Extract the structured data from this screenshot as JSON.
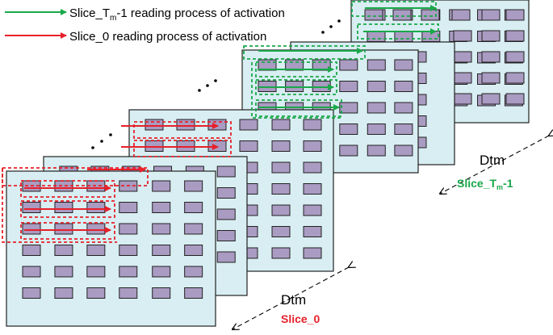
{
  "legend": {
    "green": {
      "text_before": "Slice_T",
      "text_sub": "m",
      "text_after": "-1 reading process of activation",
      "color": "#1aa84a"
    },
    "red": {
      "text": "Slice_0 reading process of activation",
      "color": "#e8202a"
    }
  },
  "slices": {
    "front_label": "Slice_0",
    "front_label_color": "#e8202a",
    "back_label_before": "Slice_T",
    "back_label_sub": "m",
    "back_label_after": "-1",
    "back_label_color": "#1aa84a",
    "front_dimension": "Dtm",
    "back_dimension": "Dtm",
    "ellipsis": ". . . ."
  },
  "colors": {
    "plane_fill": "#d8eef2",
    "cell_fill": "#a99bc1",
    "outline": "#222222"
  }
}
